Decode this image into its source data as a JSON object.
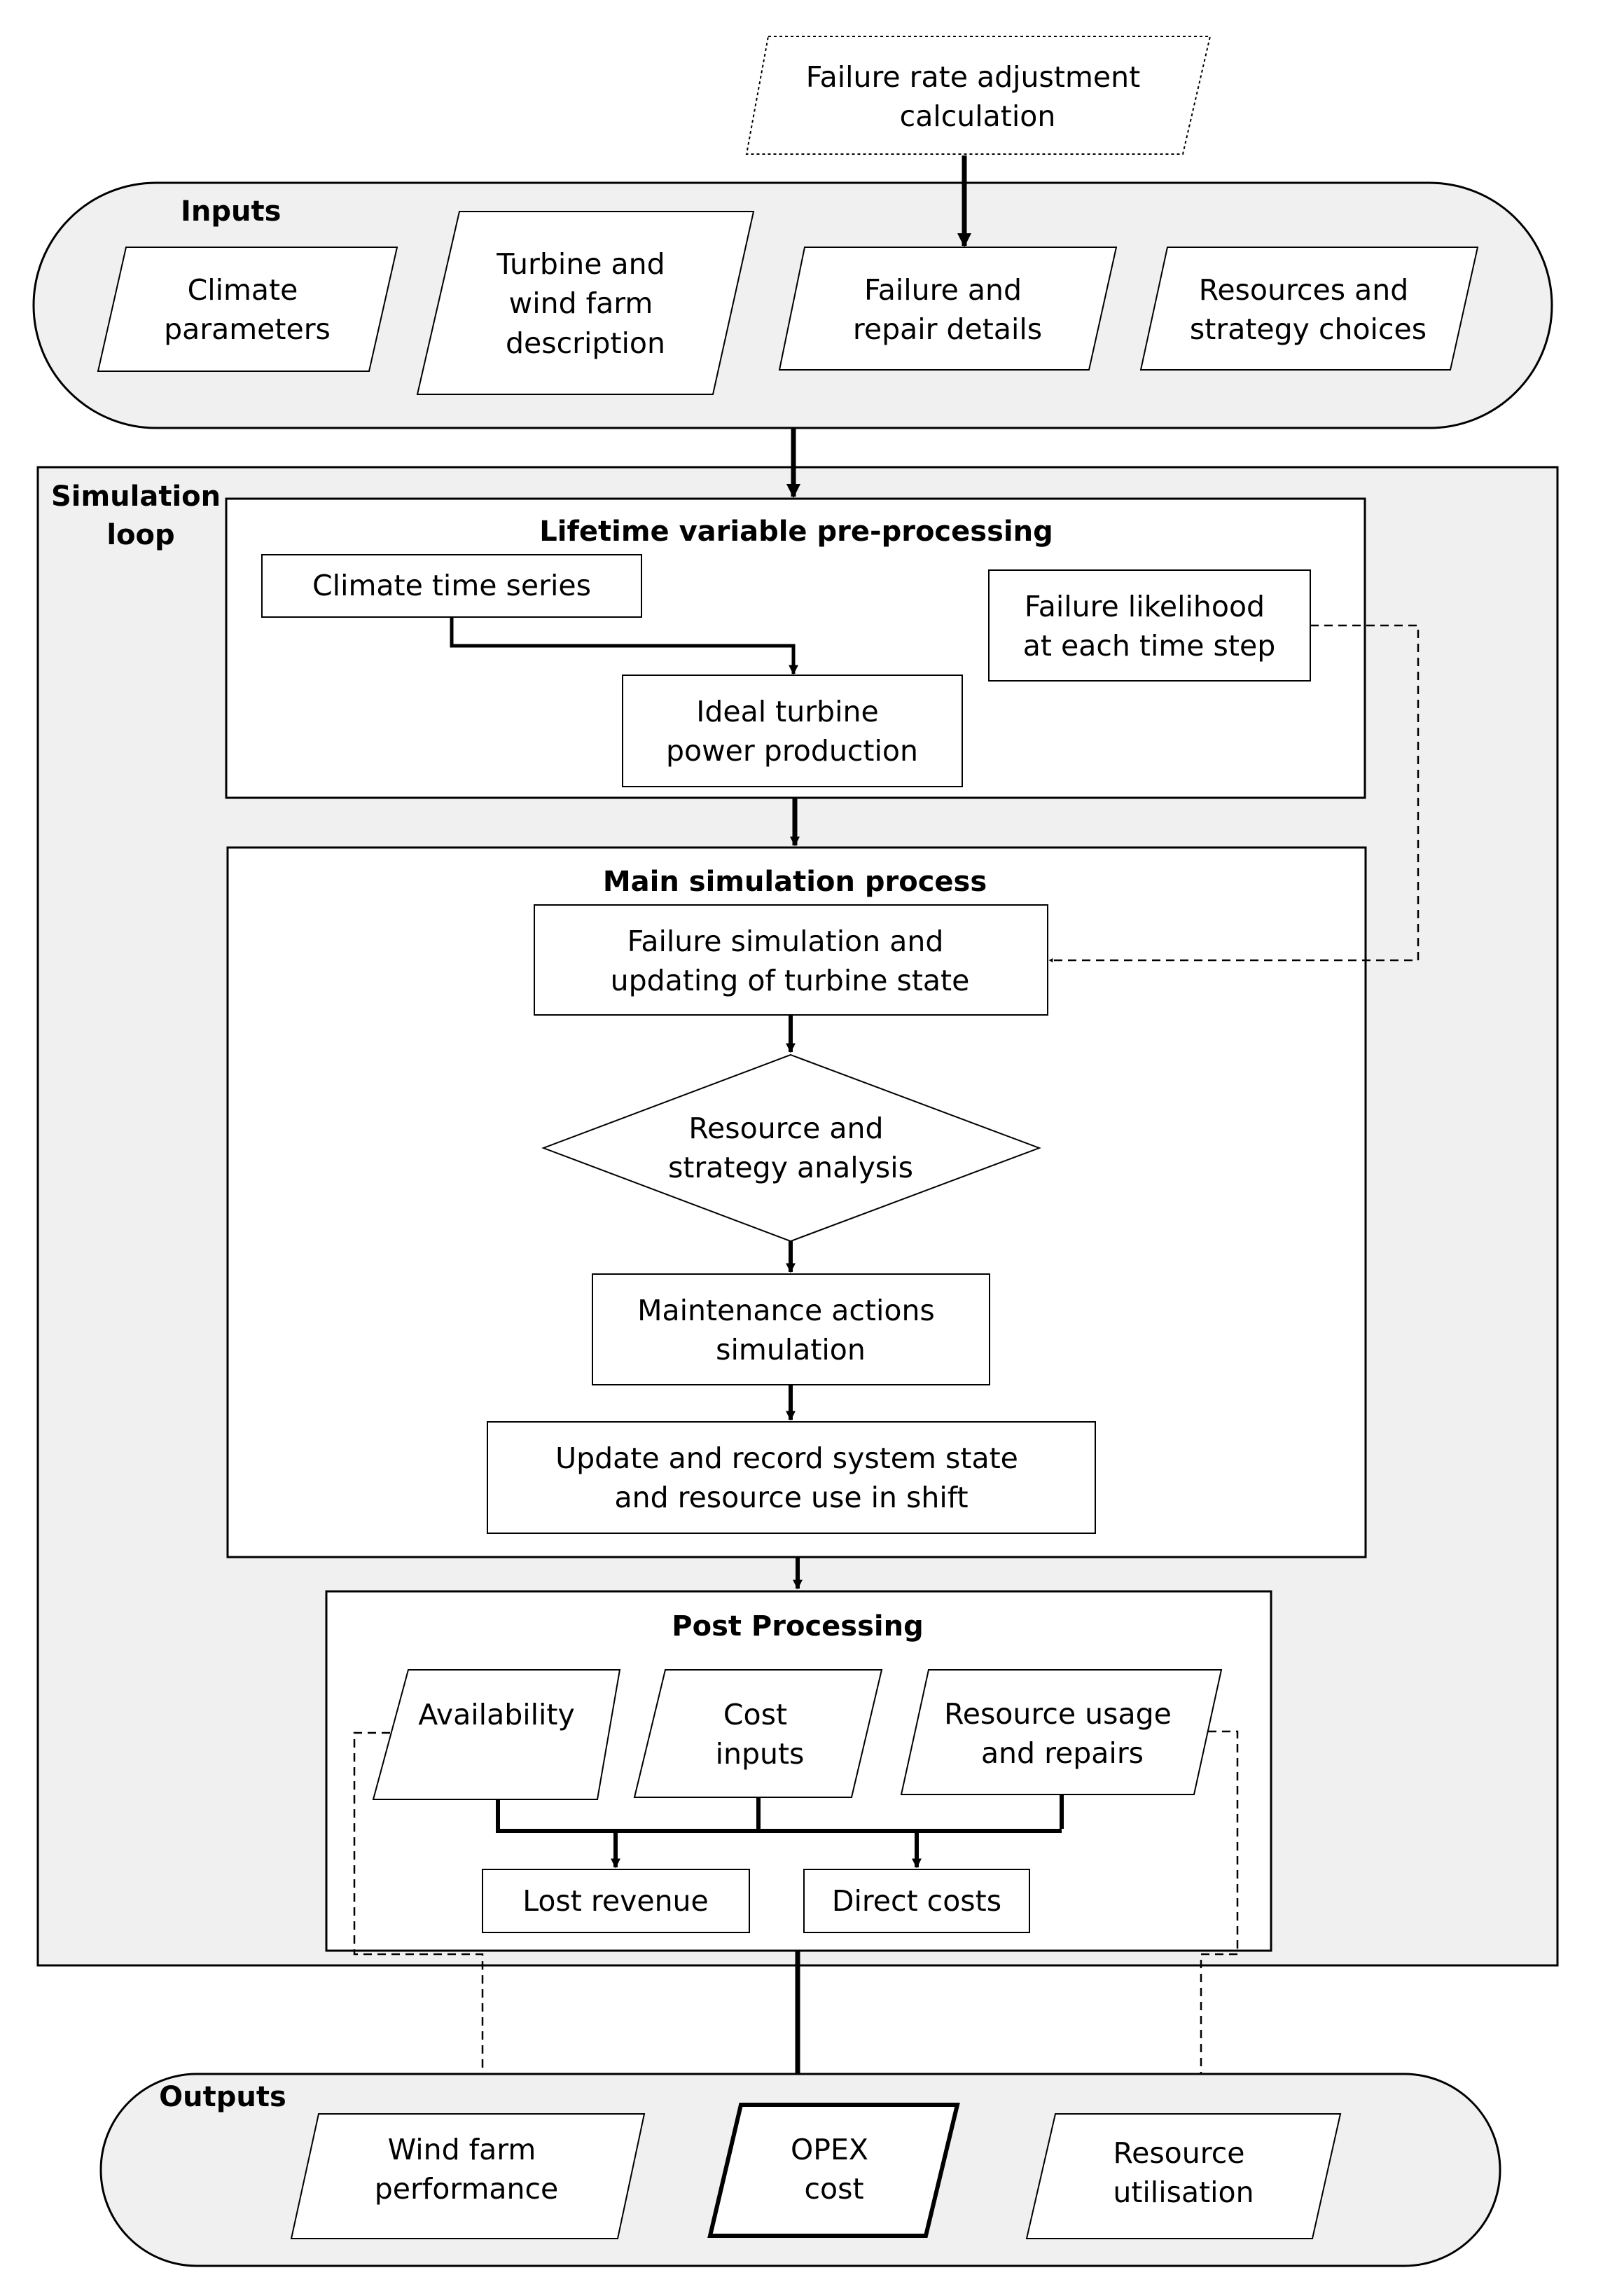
{
  "failure_rate_adjustment": [
    "Failure rate adjustment",
    "calculation"
  ],
  "inputs": {
    "title": "Inputs",
    "climate": [
      "Climate",
      "parameters"
    ],
    "turbine": [
      "Turbine and",
      "wind farm",
      "description"
    ],
    "failure_repair": [
      "Failure and",
      "repair details"
    ],
    "resources": [
      "Resources and",
      "strategy choices"
    ]
  },
  "simulation_loop": {
    "title": [
      "Simulation",
      "loop"
    ],
    "preprocessing": {
      "title": "Lifetime variable pre-processing",
      "climate_series": "Climate time series",
      "failure_likelihood": [
        "Failure likelihood",
        "at each time step"
      ],
      "ideal_power": [
        "Ideal turbine",
        "power production"
      ]
    },
    "main": {
      "title": "Main simulation process",
      "failure_sim": [
        "Failure simulation and",
        "updating of turbine state"
      ],
      "resource_analysis": [
        "Resource and",
        "strategy analysis"
      ],
      "maintenance": [
        "Maintenance actions",
        "simulation"
      ],
      "update_record": [
        "Update and record system state",
        "and resource use in shift"
      ]
    },
    "post": {
      "title": "Post Processing",
      "availability": "Availability",
      "cost_inputs": [
        "Cost",
        "inputs"
      ],
      "resource_usage": [
        "Resource usage",
        "and repairs"
      ],
      "lost_revenue": "Lost revenue",
      "direct_costs": "Direct costs"
    }
  },
  "outputs": {
    "title": "Outputs",
    "wind_farm": [
      "Wind farm",
      "performance"
    ],
    "opex": [
      "OPEX",
      "cost"
    ],
    "resource_util": [
      "Resource",
      "utilisation"
    ]
  }
}
